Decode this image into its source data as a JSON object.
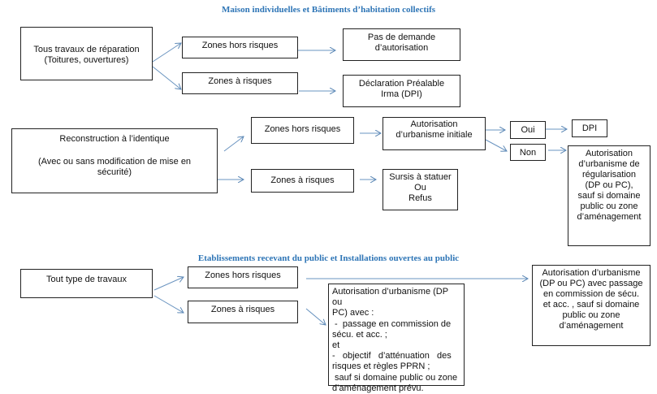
{
  "section1": {
    "title": "Maison individuelles et Bâtiments d’habitation collectifs",
    "source": [
      "Tous travaux de réparation",
      "(Toitures, ouvertures)"
    ],
    "zone_safe": "Zones hors risques",
    "zone_risk": "Zones à risques",
    "result_safe": [
      "Pas de demande",
      "d’autorisation"
    ],
    "result_risk": [
      "Déclaration Préalable",
      "Irma (DPI)"
    ]
  },
  "section2": {
    "source": [
      "Reconstruction à l’identique",
      "(Avec ou sans modification de mise en",
      "sécurité)"
    ],
    "zone_safe": "Zones hors risques",
    "zone_risk": "Zones à risques",
    "initial_auth": [
      "Autorisation",
      "d’urbanisme initiale"
    ],
    "risk_result": [
      "Sursis à statuer",
      "Ou",
      "Refus"
    ],
    "yes": "Oui",
    "no": "Non",
    "yes_result": "DPI",
    "no_result": [
      "Autorisation",
      "d’urbanisme de",
      "régularisation",
      "(DP ou PC),",
      "sauf si domaine",
      "public ou zone",
      "d’aménagement"
    ]
  },
  "section3": {
    "title": "Etablissements recevant du public et Installations ouvertes au public",
    "source": "Tout type de travaux",
    "zone_safe": "Zones hors risques",
    "zone_risk": "Zones à risques",
    "risk_result": [
      "Autorisation d’urbanisme (DP ou",
      "PC) avec :",
      " -  passage en commission de",
      "sécu. et acc. ;",
      "et",
      "-   objectif   d’atténuation   des",
      "risques et règles PPRN ;",
      " sauf si domaine public ou zone",
      "d’aménagement prévu."
    ],
    "safe_result": [
      "Autorisation d’urbanisme",
      "(DP ou PC) avec passage",
      "en commission de sécu.",
      "et acc. , sauf si domaine",
      "public ou zone",
      "d’aménagement"
    ]
  }
}
